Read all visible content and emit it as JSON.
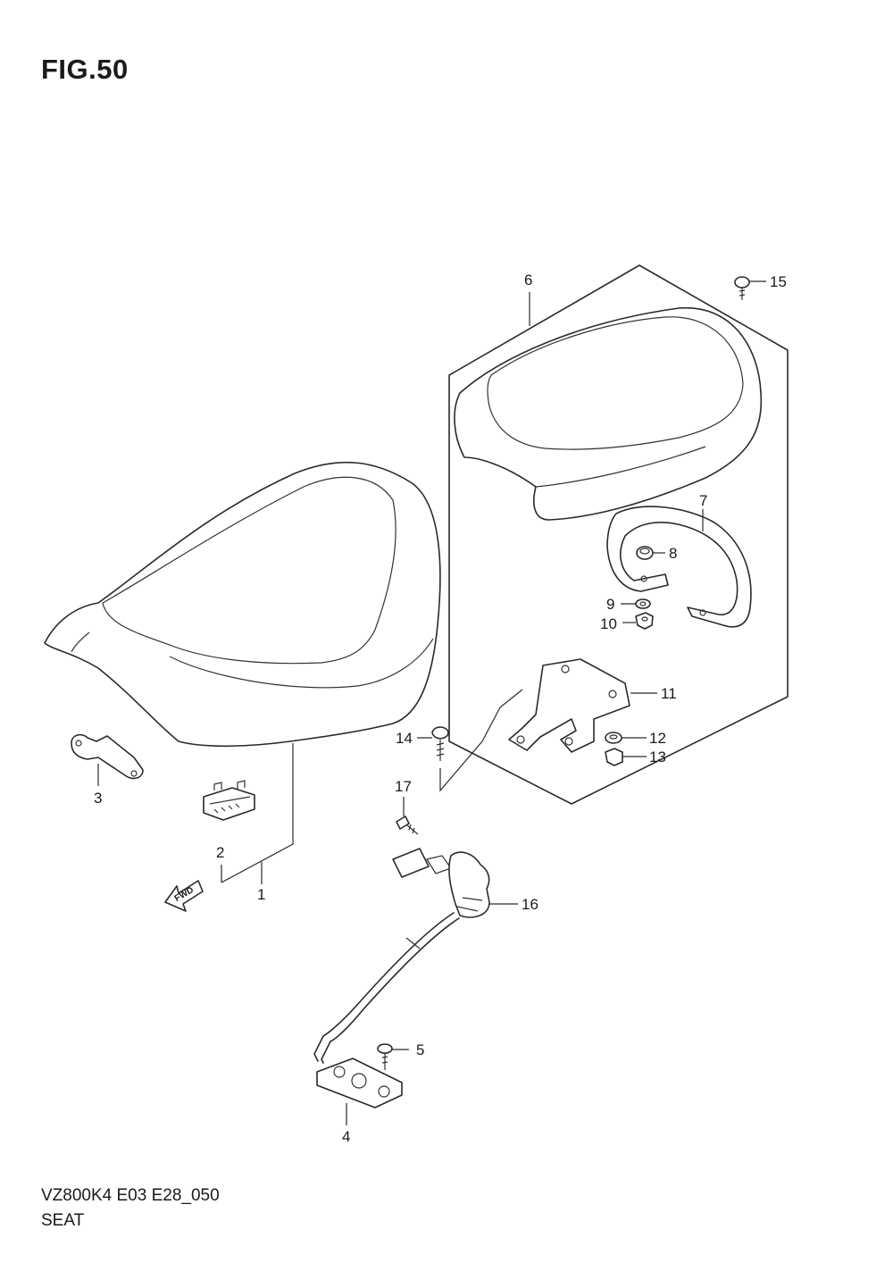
{
  "figure": {
    "title": "FIG.50",
    "model_code": "VZ800K4 E03 E28_050",
    "section_name": "SEAT"
  },
  "fwd_arrow_label": "FWD",
  "callouts": [
    {
      "id": "c1",
      "label": "1"
    },
    {
      "id": "c2",
      "label": "2"
    },
    {
      "id": "c3",
      "label": "3"
    },
    {
      "id": "c4",
      "label": "4"
    },
    {
      "id": "c5",
      "label": "5"
    },
    {
      "id": "c6",
      "label": "6"
    },
    {
      "id": "c7",
      "label": "7"
    },
    {
      "id": "c8",
      "label": "8"
    },
    {
      "id": "c9",
      "label": "9"
    },
    {
      "id": "c10",
      "label": "10"
    },
    {
      "id": "c11",
      "label": "11"
    },
    {
      "id": "c12",
      "label": "12"
    },
    {
      "id": "c13",
      "label": "13"
    },
    {
      "id": "c14",
      "label": "14"
    },
    {
      "id": "c15",
      "label": "15"
    },
    {
      "id": "c16",
      "label": "16"
    },
    {
      "id": "c17",
      "label": "17"
    }
  ]
}
